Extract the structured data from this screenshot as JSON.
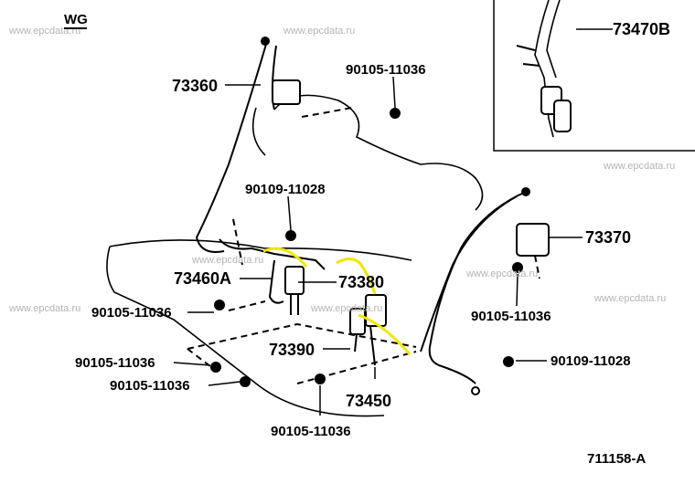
{
  "header": {
    "code": "WG"
  },
  "watermark": "www.epcdata.ru",
  "parts": {
    "p73360": "73360",
    "p73370": "73370",
    "p73470b": "73470B",
    "p73460a": "73460A",
    "p73380": "73380",
    "p73390": "73390",
    "p73450": "73450",
    "b90105": "90105-11036",
    "b90109": "90109-11028"
  },
  "footer": {
    "diagram_id": "711158-A"
  }
}
